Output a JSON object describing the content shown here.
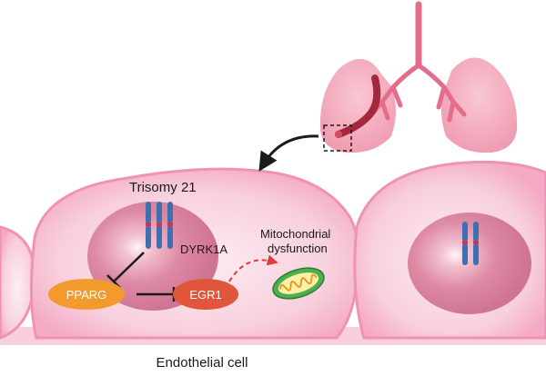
{
  "diagram": {
    "labels": {
      "trisomy": "Trisomy 21",
      "gene": "DYRK1A",
      "node_left": "PPARG",
      "node_right": "EGR1",
      "mito_line1": "Mitochondrial",
      "mito_line2": "dysfunction",
      "caption": "Endothelial cell"
    },
    "colors": {
      "cell_membrane": "#f4a9c4",
      "cell_fill": "#f8cfdd",
      "nucleus": "#dd7f9c",
      "chromosome_blue": "#3f6fb0",
      "chromosome_band": "#d1344c",
      "pparg": "#f39a2c",
      "egr1": "#e0563a",
      "lung": "#f4aabd",
      "airway": "#e36d8a",
      "vessel": "#a4283c",
      "mitochondrion": "#4caf50",
      "arrow_dashed": "#e03a3a"
    }
  }
}
